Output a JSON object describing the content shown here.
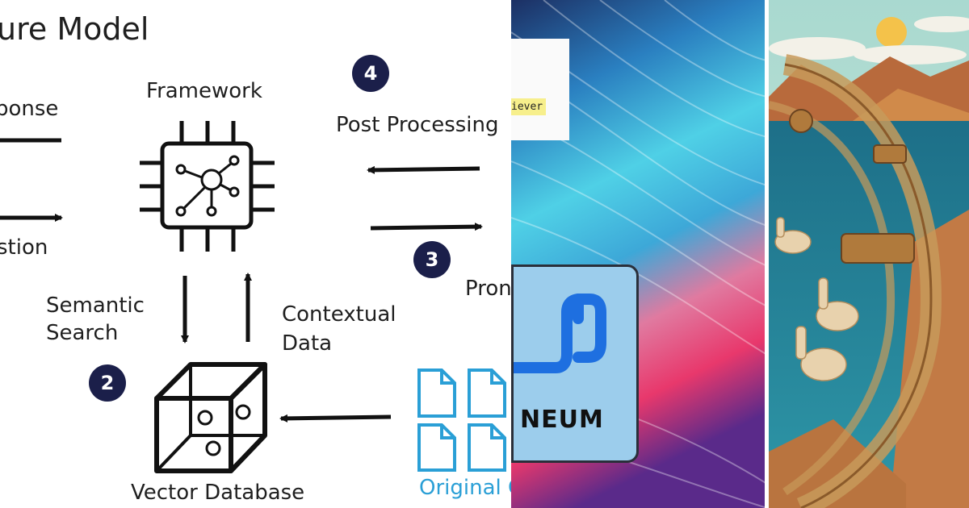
{
  "left_panel": {
    "title": "ure Model",
    "response": "ponse",
    "question": "stion",
    "framework": "Framework",
    "post_processing": "Post Processing",
    "prompt": "Pron",
    "semantic_search": "Semantic\nSearch",
    "contextual_data": "Contextual\nData",
    "vector_database": "Vector Database",
    "original": "Original C",
    "steps": [
      "4",
      "3",
      "2"
    ]
  },
  "middle_panel": {
    "code_tag": "iever",
    "brand": "NEUM"
  },
  "colors": {
    "step_badge": "#1b1f4a",
    "doc_icon": "#2a9fd6",
    "neum_card": "#9ccdec",
    "neum_logo": "#1e6fe0"
  }
}
